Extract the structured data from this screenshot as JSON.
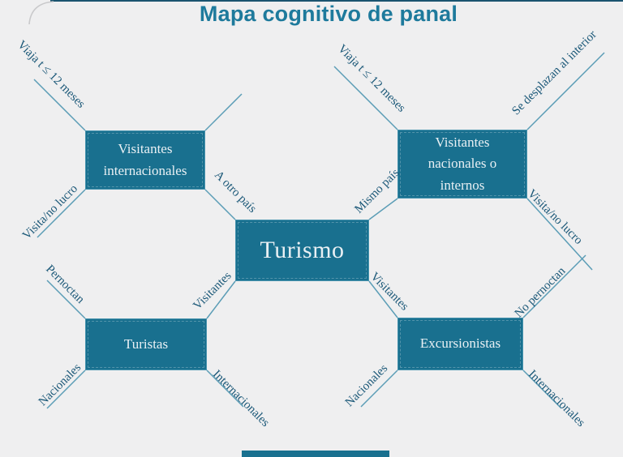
{
  "title": "Mapa cognitivo de panal",
  "diagram": {
    "center": {
      "label": "Turismo"
    },
    "nodes": [
      {
        "id": "visitantes-internacionales",
        "label": "Visitantes internacionales"
      },
      {
        "id": "visitantes-nacionales-o-internos",
        "label": "Visitantes nacionales o internos"
      },
      {
        "id": "turistas",
        "label": "Turistas"
      },
      {
        "id": "excursionistas",
        "label": "Excursionistas"
      }
    ],
    "edge_labels": [
      {
        "id": "viaja-t12-left",
        "text": "Viaja t ≤ 12 meses"
      },
      {
        "id": "visita-no-lucro-left",
        "text": "Visita/no lucro"
      },
      {
        "id": "a-otro-pais",
        "text": "A otro país"
      },
      {
        "id": "viaja-t12-right",
        "text": "Viaja t ≤ 12 meses"
      },
      {
        "id": "se-desplazan-al-interior",
        "text": "Se desplazan al interior"
      },
      {
        "id": "mismo-pais",
        "text": "Mismo país"
      },
      {
        "id": "visita-no-lucro-right",
        "text": "Visita/no lucro"
      },
      {
        "id": "pernoctan",
        "text": "Pernoctan"
      },
      {
        "id": "visitantes-left",
        "text": "Visitantes"
      },
      {
        "id": "visitantes-right",
        "text": "Visitantes"
      },
      {
        "id": "no-pernoctan",
        "text": "No pernoctan"
      },
      {
        "id": "nacionales-left",
        "text": "Nacionales"
      },
      {
        "id": "internacionales-left",
        "text": "Internacionales"
      },
      {
        "id": "nacionales-right",
        "text": "Nacionales"
      },
      {
        "id": "internacionales-right",
        "text": "Internacionales"
      }
    ],
    "colors": {
      "background": "#efeff0",
      "node_fill": "#19708f",
      "node_border": "#4592ad",
      "node_text": "#e9f0f4",
      "line": "#5b9db6",
      "edge_label_text": "#1b5878",
      "title_text": "#1e7a9c",
      "top_rule": "#1b546f"
    }
  }
}
